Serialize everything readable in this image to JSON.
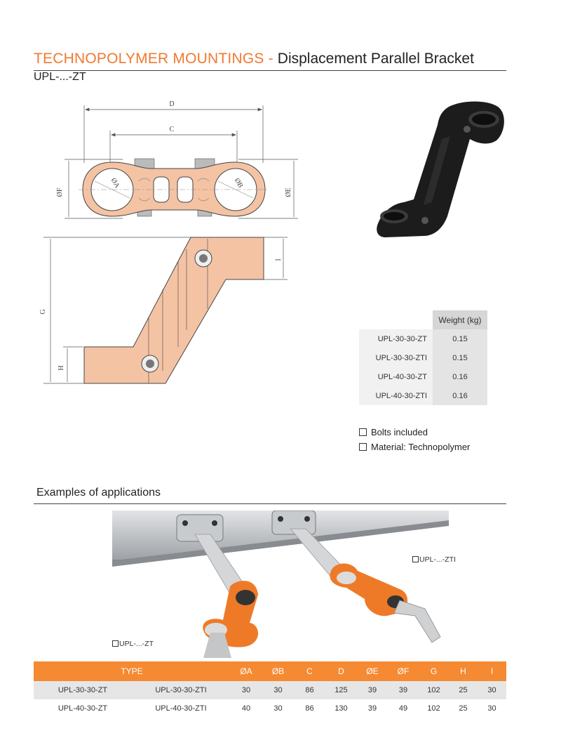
{
  "header": {
    "title_main": "TECHNOPOLYMER MOUNTINGS -",
    "title_sub": "Displacement Parallel  Bracket",
    "code": "UPL-...-ZT"
  },
  "drawing": {
    "labels": {
      "D": "D",
      "C": "C",
      "F": "ØF",
      "A": "ØA",
      "B": "ØB",
      "E": "ØE",
      "G": "G",
      "H": "H",
      "I": "I"
    }
  },
  "weight_table": {
    "header": "Weight (kg)",
    "rows": [
      {
        "name": "UPL-30-30-ZT",
        "weight": "0.15"
      },
      {
        "name": "UPL-30-30-ZTI",
        "weight": "0.15"
      },
      {
        "name": "UPL-40-30-ZT",
        "weight": "0.16"
      },
      {
        "name": "UPL-40-30-ZTI",
        "weight": "0.16"
      }
    ]
  },
  "notes": [
    "Bolts included",
    "Material: Technopolymer"
  ],
  "applications": {
    "title": "Examples of applications",
    "callout_zti": "UPL-...-ZTI",
    "callout_zt": "UPL-...-ZT"
  },
  "spec_table": {
    "headers": [
      "TYPE",
      "",
      "ØA",
      "ØB",
      "C",
      "D",
      "ØE",
      "ØF",
      "G",
      "H",
      "I"
    ],
    "rows": [
      [
        "UPL-30-30-ZT",
        "UPL-30-30-ZTI",
        "30",
        "30",
        "86",
        "125",
        "39",
        "39",
        "102",
        "25",
        "30"
      ],
      [
        "UPL-40-30-ZT",
        "UPL-40-30-ZTI",
        "40",
        "30",
        "86",
        "130",
        "39",
        "49",
        "102",
        "25",
        "30"
      ]
    ]
  },
  "colors": {
    "accent": "#f07a30",
    "part": "#f4c3a4",
    "table_header": "#f58a33"
  }
}
